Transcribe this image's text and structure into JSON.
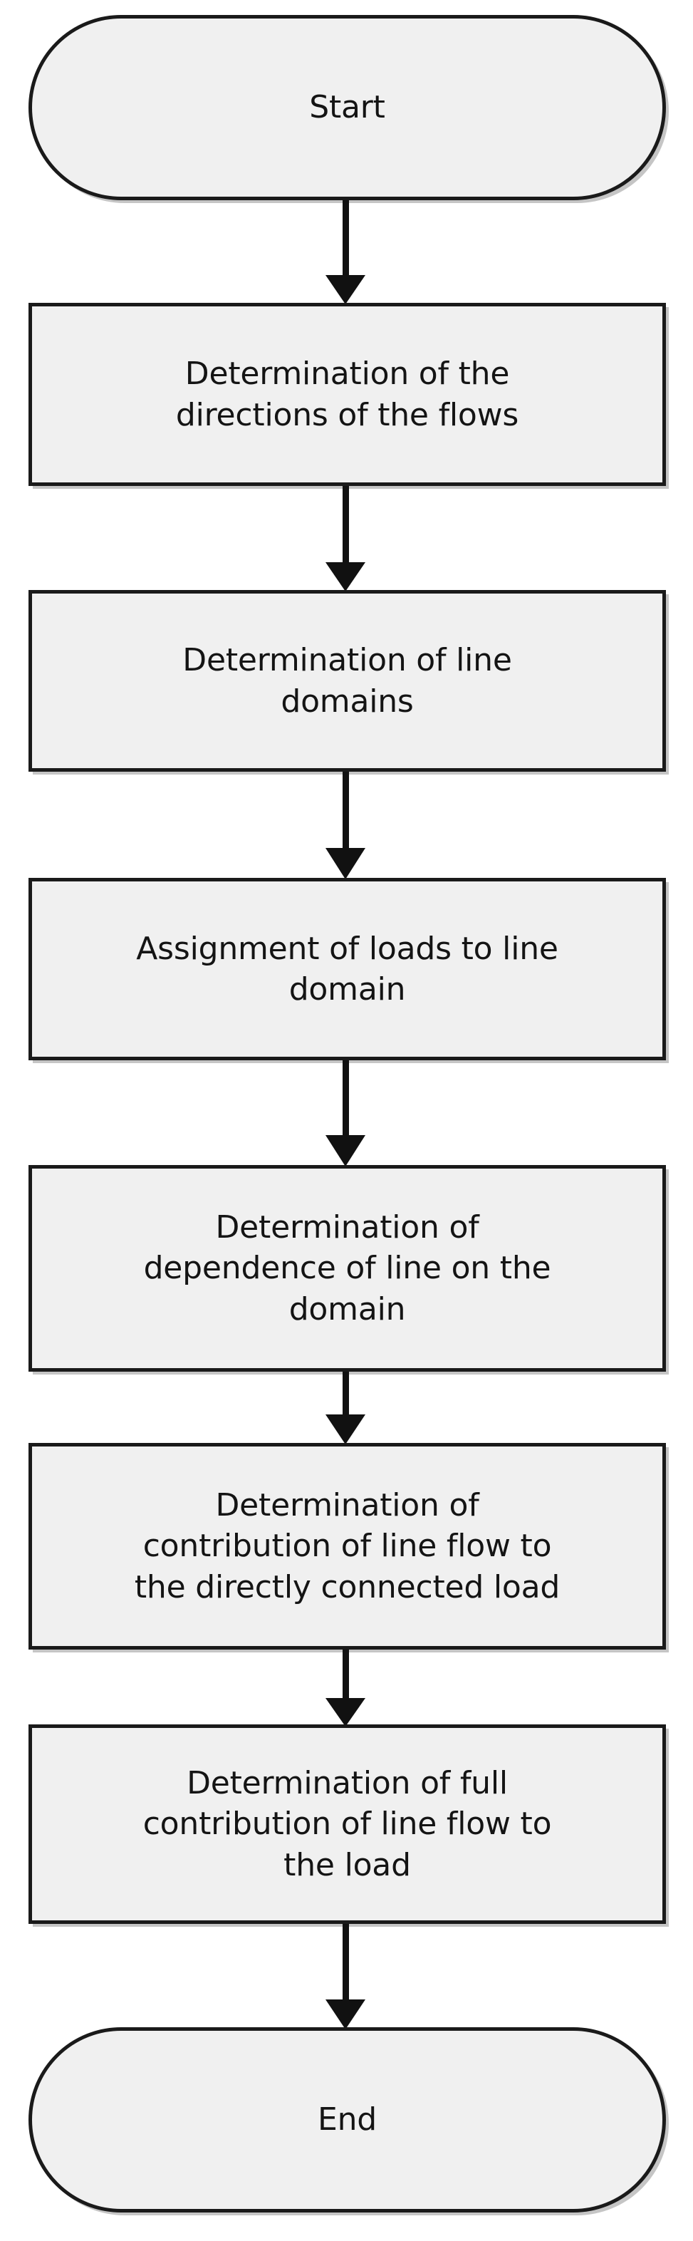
{
  "diagram": {
    "type": "flowchart",
    "orientation": "vertical",
    "title": "",
    "node_fill": "#f0f0f0",
    "node_stroke": "#1a1a1a",
    "connector_color": "#111111",
    "background": "#ffffff",
    "nodes": [
      {
        "id": "start",
        "shape": "terminal",
        "label": "Start"
      },
      {
        "id": "step1",
        "shape": "process",
        "label": "Determination of the\ndirections of the flows"
      },
      {
        "id": "step2",
        "shape": "process",
        "label": "Determination of line\ndomains"
      },
      {
        "id": "step3",
        "shape": "process",
        "label": "Assignment of loads to line\ndomain"
      },
      {
        "id": "step4",
        "shape": "process",
        "label": "Determination of\ndependence of line on the\ndomain"
      },
      {
        "id": "step5",
        "shape": "process",
        "label": "Determination of\ncontribution of line flow to\nthe directly connected load"
      },
      {
        "id": "step6",
        "shape": "process",
        "label": "Determination of full\ncontribution of line flow to\nthe load"
      },
      {
        "id": "end",
        "shape": "terminal",
        "label": "End"
      }
    ],
    "edges": [
      {
        "from": "start",
        "to": "step1",
        "label": "",
        "arrow": "down-arrow"
      },
      {
        "from": "step1",
        "to": "step2",
        "label": "",
        "arrow": "down-arrow"
      },
      {
        "from": "step2",
        "to": "step3",
        "label": "",
        "arrow": "down-arrow"
      },
      {
        "from": "step3",
        "to": "step4",
        "label": "",
        "arrow": "down-arrow"
      },
      {
        "from": "step4",
        "to": "step5",
        "label": "",
        "arrow": "down-arrow"
      },
      {
        "from": "step5",
        "to": "step6",
        "label": "",
        "arrow": "down-arrow"
      },
      {
        "from": "step6",
        "to": "end",
        "label": "",
        "arrow": "down-arrow"
      }
    ]
  }
}
